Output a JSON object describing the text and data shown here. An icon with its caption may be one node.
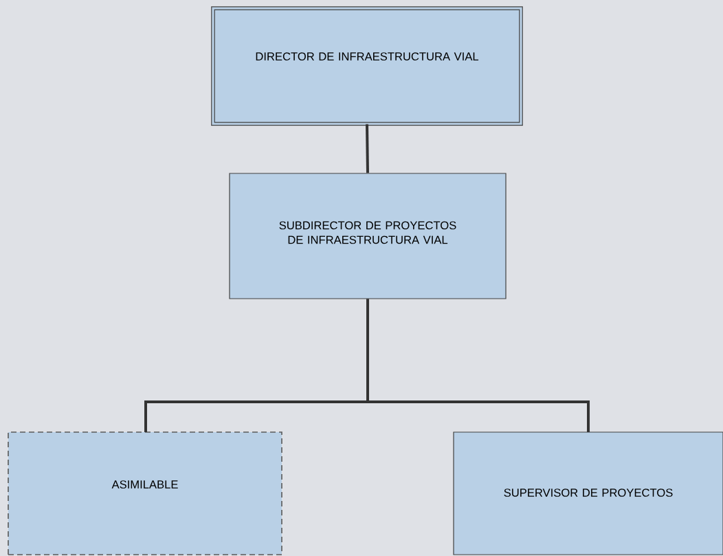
{
  "diagram": {
    "nodes": [
      {
        "text": [
          "DIRECTOR DE INFRAESTRUCTURA VIAL"
        ]
      },
      {
        "text": [
          "SUBDIRECTOR DE PROYECTOS DE INFRAESTRUCTURA VIAL"
        ]
      },
      {
        "text": [
          "ASIMILABLE"
        ]
      },
      {
        "text": [
          "SUPERVISOR DE PROYECTOS"
        ]
      }
    ],
    "edges": [
      {
        "from": 0,
        "to": 1,
        "arrow": "none"
      },
      {
        "from": 1,
        "to": 2,
        "arrow": "none"
      },
      {
        "from": 1,
        "to": 3,
        "arrow": "none"
      }
    ]
  }
}
